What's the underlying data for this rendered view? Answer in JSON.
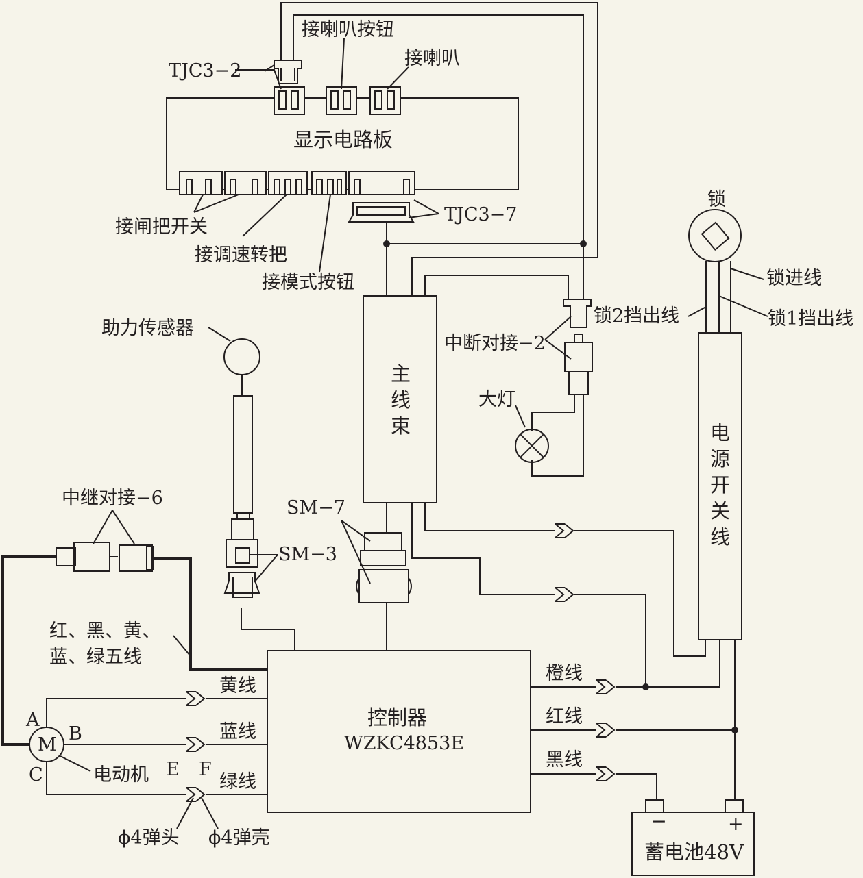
{
  "colors": {
    "background": "#f6f4ea",
    "line": "#231f20"
  },
  "connector_labels": {
    "tjc3_2": "TJC3−2",
    "horn_button": "接喇叭按钮",
    "horn": "接喇叭",
    "brake_switch": "接闸把开关",
    "speed_throttle": "接调速转把",
    "mode_button": "接模式按钮",
    "tjc3_7": "TJC3−7",
    "sm_3": "SM−3",
    "sm_7": "SM−7",
    "relay_6": "中继对接−6",
    "break_2": "中断对接−2"
  },
  "components": {
    "display_board": "显示电路板",
    "main_harness": [
      "主",
      "线",
      "束"
    ],
    "assist_sensor": "助力传感器",
    "lock": "锁",
    "headlight": "大灯",
    "power_switch_line": [
      "电",
      "源",
      "开",
      "关",
      "线"
    ],
    "controller_name": "控制器",
    "controller_model": "WZKC4853E",
    "motor_symbol": "M",
    "motor_label": "电动机",
    "battery": "蓄电池48V",
    "battery_minus": "−",
    "battery_plus": "+"
  },
  "wires": {
    "lock_in": "锁进线",
    "lock2_out": "锁2挡出线",
    "lock1_out": "锁1挡出线",
    "five_wires_line1": "红、黑、黄、",
    "five_wires_line2": "蓝、绿五线",
    "yellow": "黄线",
    "blue": "蓝线",
    "green": "绿线",
    "orange": "橙线",
    "red": "红线",
    "black": "黑线"
  },
  "terminals": {
    "a": "A",
    "b": "B",
    "c": "C",
    "e": "E",
    "f": "F",
    "pin": "ϕ4弹头",
    "socket": "ϕ4弹壳"
  }
}
